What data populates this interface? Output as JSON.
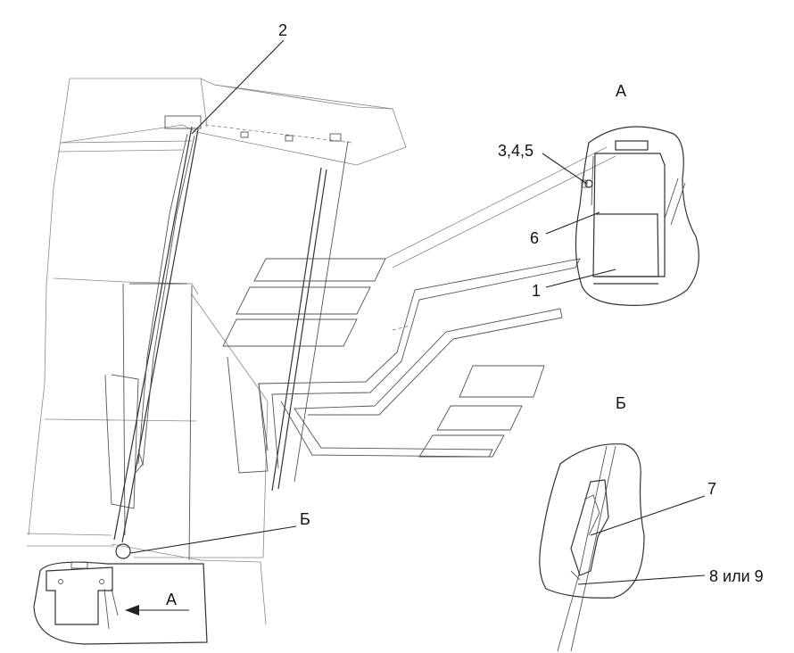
{
  "labels": {
    "part_2": "2",
    "view_a_title": "А",
    "parts_3_4_5": "3,4,5",
    "part_6": "6",
    "part_1": "1",
    "view_b_title": "Б",
    "part_7": "7",
    "parts_8_or_9": "8 или 9",
    "callout_b": "Б",
    "arrow_a": "А"
  }
}
